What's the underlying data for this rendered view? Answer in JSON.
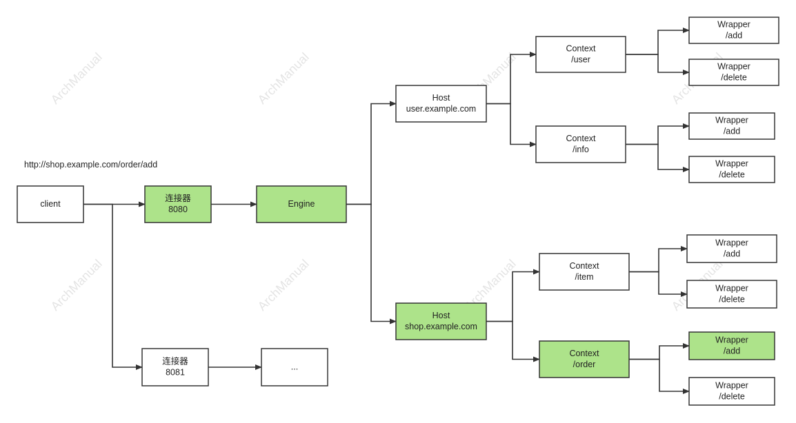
{
  "request_url": "http://shop.example.com/order/add",
  "watermark": "ArchManual",
  "highlight_color": "#ade38a",
  "nodes": {
    "client": {
      "lines": [
        "client"
      ],
      "active": false
    },
    "conn8080": {
      "lines": [
        "连接器",
        "8080"
      ],
      "active": true
    },
    "engine": {
      "lines": [
        "Engine"
      ],
      "active": true
    },
    "host_user": {
      "lines": [
        "Host",
        "user.example.com"
      ],
      "active": false
    },
    "host_shop": {
      "lines": [
        "Host",
        "shop.example.com"
      ],
      "active": true
    },
    "ctx_user": {
      "lines": [
        "Context",
        "/user"
      ],
      "active": false
    },
    "ctx_info": {
      "lines": [
        "Context",
        "/info"
      ],
      "active": false
    },
    "ctx_item": {
      "lines": [
        "Context",
        "/item"
      ],
      "active": false
    },
    "ctx_order": {
      "lines": [
        "Context",
        "/order"
      ],
      "active": true
    },
    "w_user_add": {
      "lines": [
        "Wrapper",
        "/add"
      ],
      "active": false
    },
    "w_user_delete": {
      "lines": [
        "Wrapper",
        "/delete"
      ],
      "active": false
    },
    "w_info_add": {
      "lines": [
        "Wrapper",
        "/add"
      ],
      "active": false
    },
    "w_info_delete": {
      "lines": [
        "Wrapper",
        "/delete"
      ],
      "active": false
    },
    "w_item_add": {
      "lines": [
        "Wrapper",
        "/add"
      ],
      "active": false
    },
    "w_item_delete": {
      "lines": [
        "Wrapper",
        "/delete"
      ],
      "active": false
    },
    "w_order_add": {
      "lines": [
        "Wrapper",
        "/add"
      ],
      "active": true
    },
    "w_order_delete": {
      "lines": [
        "Wrapper",
        "/delete"
      ],
      "active": false
    },
    "conn8081": {
      "lines": [
        "连接器",
        "8081"
      ],
      "active": false
    },
    "ellipsis": {
      "lines": [
        "..."
      ],
      "active": false
    }
  },
  "edges": [
    [
      "client",
      "conn8080"
    ],
    [
      "client",
      "conn8081"
    ],
    [
      "conn8080",
      "engine"
    ],
    [
      "conn8081",
      "ellipsis"
    ],
    [
      "engine",
      "host_user"
    ],
    [
      "engine",
      "host_shop"
    ],
    [
      "host_user",
      "ctx_user"
    ],
    [
      "host_user",
      "ctx_info"
    ],
    [
      "host_shop",
      "ctx_item"
    ],
    [
      "host_shop",
      "ctx_order"
    ],
    [
      "ctx_user",
      "w_user_add"
    ],
    [
      "ctx_user",
      "w_user_delete"
    ],
    [
      "ctx_info",
      "w_info_add"
    ],
    [
      "ctx_info",
      "w_info_delete"
    ],
    [
      "ctx_item",
      "w_item_add"
    ],
    [
      "ctx_item",
      "w_item_delete"
    ],
    [
      "ctx_order",
      "w_order_add"
    ],
    [
      "ctx_order",
      "w_order_delete"
    ]
  ]
}
